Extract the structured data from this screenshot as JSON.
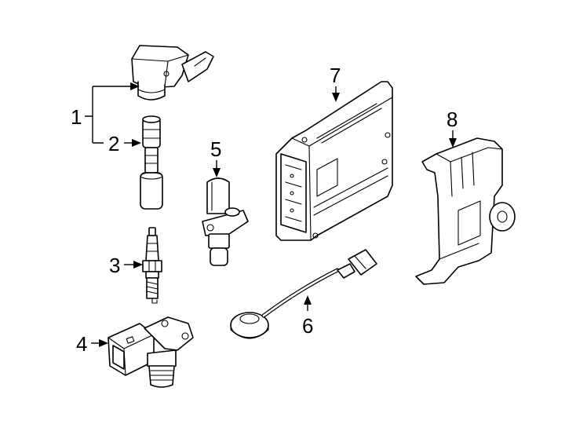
{
  "callouts": [
    {
      "number": "1"
    },
    {
      "number": "2"
    },
    {
      "number": "3"
    },
    {
      "number": "4"
    },
    {
      "number": "5"
    },
    {
      "number": "6"
    },
    {
      "number": "7"
    },
    {
      "number": "8"
    }
  ],
  "colors": {
    "ink": "#000000",
    "background": "#ffffff"
  },
  "icons": [
    "ignition-coil-icon",
    "coil-boot-icon",
    "spark-plug-icon",
    "camshaft-sensor-icon",
    "crankshaft-sensor-icon",
    "knock-sensor-icon",
    "engine-control-module-icon",
    "ecm-bracket-icon"
  ]
}
